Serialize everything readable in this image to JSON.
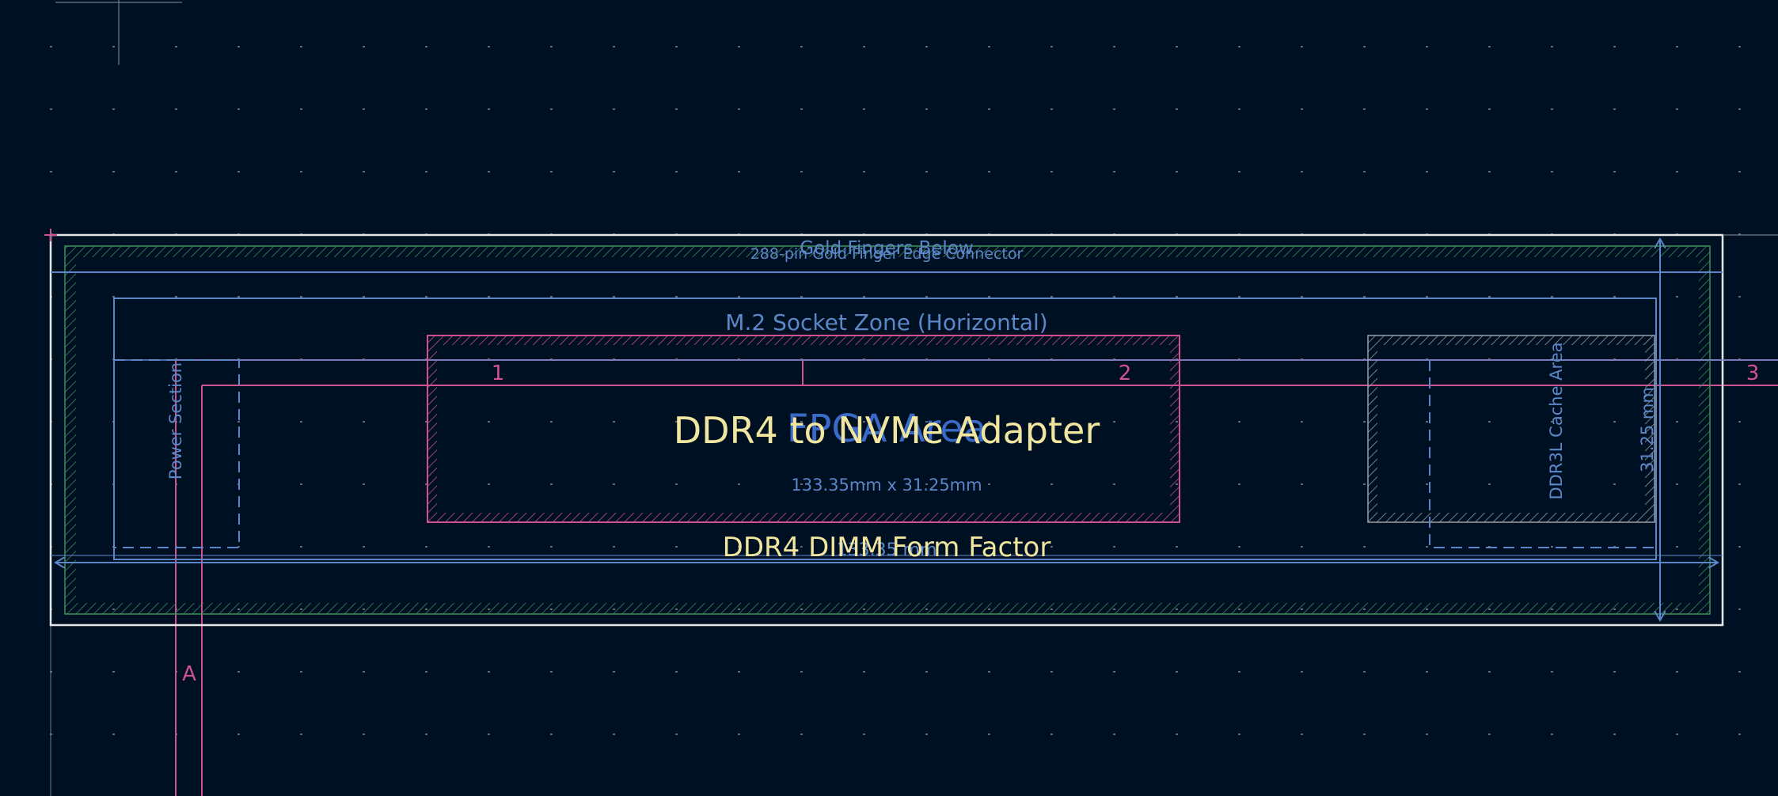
{
  "colors": {
    "background": "#001023",
    "board_outline": "#e6e6e6",
    "courtyard": "#5b87c8",
    "keepout_hatch": "#3f8f5a",
    "fab_pink": "#d0528f",
    "title_yellow": "#f0e6a0",
    "grid_dot": "#6b7480"
  },
  "labels": {
    "gold_fingers_below": "Gold Fingers Below",
    "gold_finger_connector": "288-pin Gold Finger Edge Connector",
    "m2_zone": "M.2 Socket Zone (Horizontal)",
    "title": "DDR4 to NVMe Adapter",
    "fpga_area": "FPGA Area",
    "board_size": "133.35mm x 31.25mm",
    "form_factor": "DDR4 DIMM Form Factor",
    "width_dim_hidden": "133.35 mm",
    "power_section": "Power Section",
    "ddr3l_cache": "DDR3L Cache Area",
    "height_dim": "31.25 mm",
    "ruler_1": "1",
    "ruler_2": "2",
    "ruler_3": "3",
    "ruler_a": "A"
  }
}
